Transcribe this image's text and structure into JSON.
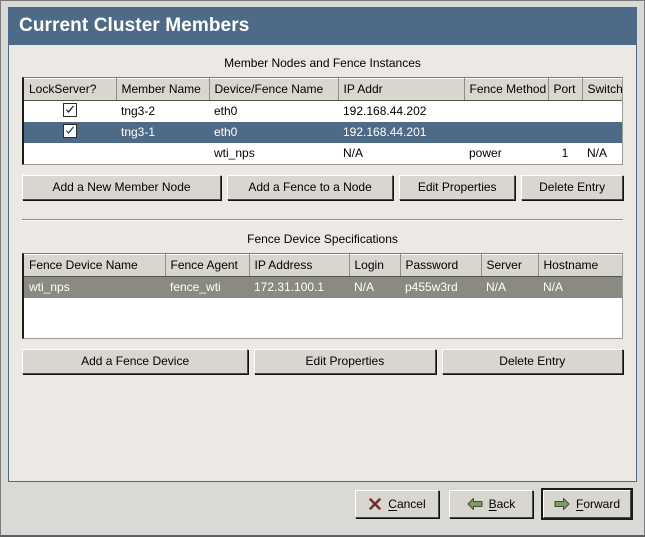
{
  "window": {
    "title": "Current Cluster Members",
    "titlebar_color": "#4d6b87",
    "content_bg": "#ece9e4",
    "footer_bg": "#d9d9d5"
  },
  "members_section": {
    "title": "Member Nodes and Fence Instances",
    "columns": [
      "LockServer?",
      "Member Name",
      "Device/Fence Name",
      "IP Addr",
      "Fence Method",
      "Port",
      "Switch"
    ],
    "rows": [
      {
        "state": "normal",
        "lockserver_checked": true,
        "member_name": "tng3-2",
        "device_fence_name": "eth0",
        "ip_addr": "192.168.44.202",
        "fence_method": "",
        "port": "",
        "switch": ""
      },
      {
        "state": "selected-focus",
        "lockserver_checked": true,
        "member_name": "tng3-1",
        "device_fence_name": "eth0",
        "ip_addr": "192.168.44.201",
        "fence_method": "",
        "port": "",
        "switch": ""
      },
      {
        "state": "normal",
        "lockserver_checked": false,
        "member_name": "",
        "device_fence_name": "wti_nps",
        "ip_addr": "N/A",
        "fence_method": "power",
        "port": "1",
        "switch": "N/A"
      }
    ],
    "buttons": [
      "Add a New Member Node",
      "Add a Fence to a Node",
      "Edit Properties",
      "Delete Entry"
    ]
  },
  "fence_section": {
    "title": "Fence Device Specifications",
    "columns": [
      "Fence Device Name",
      "Fence Agent",
      "IP Address",
      "Login",
      "Password",
      "Server",
      "Hostname"
    ],
    "rows": [
      {
        "state": "selected-blur",
        "fence_device_name": "wti_nps",
        "fence_agent": "fence_wti",
        "ip_address": "172.31.100.1",
        "login": "N/A",
        "password": "p455w3rd",
        "server": "N/A",
        "hostname": "N/A"
      }
    ],
    "buttons": [
      "Add a Fence Device",
      "Edit Properties",
      "Delete Entry"
    ]
  },
  "footer": {
    "cancel": {
      "label_pre": "",
      "mnemonic": "C",
      "label_post": "ancel",
      "icon": "cancel-x-icon"
    },
    "back": {
      "label_pre": "",
      "mnemonic": "B",
      "label_post": "ack",
      "icon": "arrow-left-icon"
    },
    "forward": {
      "label_pre": "",
      "mnemonic": "F",
      "label_post": "orward",
      "icon": "arrow-right-icon",
      "is_default": true
    }
  }
}
